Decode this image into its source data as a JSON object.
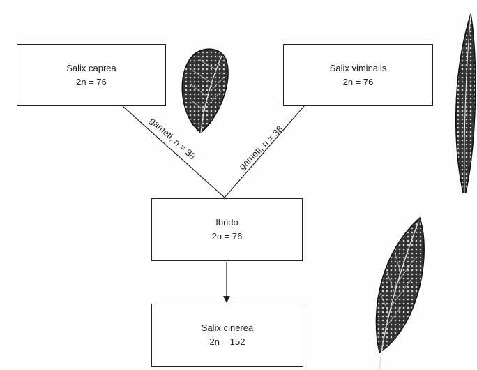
{
  "nodes": {
    "parent_left": {
      "name": "Salix caprea",
      "chrom": "2n = 76"
    },
    "parent_right": {
      "name": "Salix viminalis",
      "chrom": "2n = 76"
    },
    "hybrid": {
      "name": "Ibrido",
      "chrom": "2n = 76"
    },
    "offspring": {
      "name": "Salix cinerea",
      "chrom": "2n = 152"
    }
  },
  "edges": {
    "left_gametes": "gameti, n = 38",
    "right_gametes": "gameti, n = 38"
  },
  "illustrations": [
    "salix-caprea-leaf-icon",
    "salix-viminalis-leaf-icon",
    "salix-cinerea-leaf-icon"
  ]
}
